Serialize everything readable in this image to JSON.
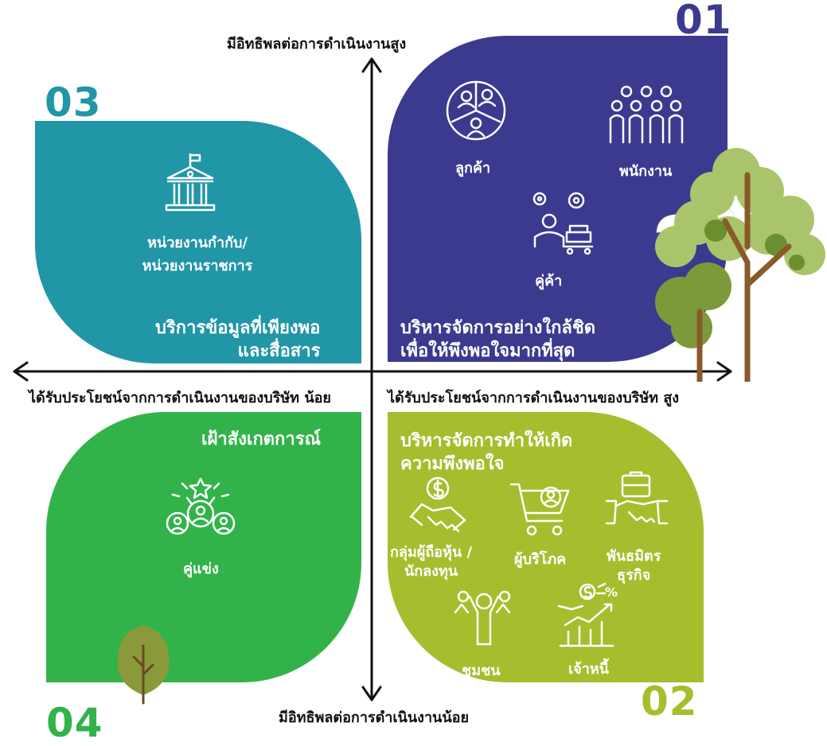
{
  "axes": {
    "top": "มีอิทธิพลต่อการดำเนินงานสูง",
    "bottom": "มีอิทธิพลต่อการดำเนินงานน้อย",
    "left": "ได้รับประโยชน์จากการดำเนินงานของบริษัท น้อย",
    "right": "ได้รับประโยชน์จากการดำเนินงานของบริษัท สูง"
  },
  "quadrants": {
    "q1": {
      "number": "01",
      "color": "#3b3a8f",
      "heading_line1": "บริหารจัดการอย่างใกล้ชิด",
      "heading_line2": "เพื่อให้พึงพอใจมากที่สุด",
      "items": [
        {
          "label": "ลูกค้า",
          "icon": "customers-icon"
        },
        {
          "label": "พนักงาน",
          "icon": "employees-icon"
        },
        {
          "label": "คู่ค้า",
          "icon": "supplier-icon"
        }
      ]
    },
    "q2": {
      "number": "02",
      "color": "#a7bd2e",
      "heading_line1": "บริหารจัดการทำให้เกิด",
      "heading_line2": "ความพึงพอใจ",
      "items": [
        {
          "label_line1": "กลุ่มผู้ถือหุ้น /",
          "label_line2": "นักลงทุน",
          "icon": "investor-handshake-icon"
        },
        {
          "label": "ผู้บริโภค",
          "icon": "shopping-cart-icon"
        },
        {
          "label_line1": "พันธมิตร",
          "label_line2": "ธุรกิจ",
          "icon": "partner-handshake-icon"
        },
        {
          "label": "ชุมชน",
          "icon": "community-icon"
        },
        {
          "label": "เจ้าหนี้",
          "icon": "creditor-growth-icon"
        }
      ]
    },
    "q3": {
      "number": "03",
      "color": "#2196a7",
      "heading_line1": "บริการข้อมูลที่เพียงพอ",
      "heading_line2": "และสื่อสาร",
      "items": [
        {
          "label_line1": "หน่วยงานกำกับ/",
          "label_line2": "หน่วยงานราชการ",
          "icon": "government-building-icon"
        }
      ]
    },
    "q4": {
      "number": "04",
      "color": "#32b34a",
      "heading_line1": "เฝ้าสังเกตการณ์",
      "items": [
        {
          "label": "คู่แข่ง",
          "icon": "competitor-icon"
        }
      ]
    }
  }
}
